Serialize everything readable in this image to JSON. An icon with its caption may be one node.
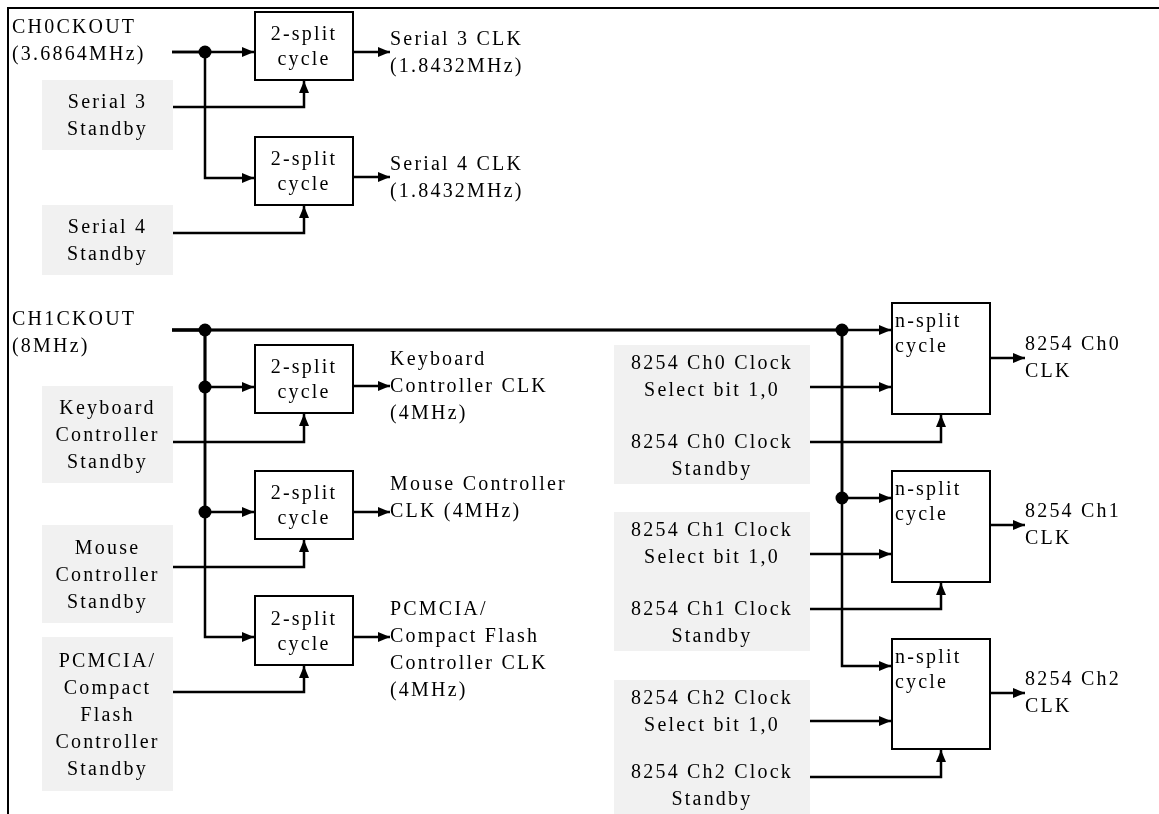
{
  "diagram": {
    "nodes": [
      {
        "text": [
          "CH0CKOUT (3.6864MHz)"
        ]
      },
      {
        "text": [
          "2-split cycle"
        ]
      },
      {
        "text": [
          "Serial 3 CLK (1.8432MHz)"
        ]
      },
      {
        "text": [
          "Serial 3 Standby"
        ]
      },
      {
        "text": [
          "2-split cycle"
        ]
      },
      {
        "text": [
          "Serial 4 CLK (1.8432MHz)"
        ]
      },
      {
        "text": [
          "Serial 4 Standby"
        ]
      },
      {
        "text": [
          "CH1CKOUT (8MHz)"
        ]
      },
      {
        "text": [
          "2-split cycle"
        ]
      },
      {
        "text": [
          "Keyboard Controller CLK (4MHz)"
        ]
      },
      {
        "text": [
          "Keyboard Controller Standby"
        ]
      },
      {
        "text": [
          "2-split cycle"
        ]
      },
      {
        "text": [
          "Mouse Controller CLK (4MHz)"
        ]
      },
      {
        "text": [
          "Mouse Controller Standby"
        ]
      },
      {
        "text": [
          "2-split cycle"
        ]
      },
      {
        "text": [
          "PCMCIA/ Compact Flash Controller CLK (4MHz)"
        ]
      },
      {
        "text": [
          "PCMCIA/ Compact Flash Controller Standby"
        ]
      },
      {
        "text": [
          "8254 Ch0 Clock Select bit 1,0",
          "8254 Ch0 Clock Standby"
        ]
      },
      {
        "text": [
          "n-split cycle"
        ]
      },
      {
        "text": [
          "8254 Ch0 CLK"
        ]
      },
      {
        "text": [
          "8254 Ch1 Clock Select bit 1,0",
          "8254 Ch1 Clock Standby"
        ]
      },
      {
        "text": [
          "n-split cycle"
        ]
      },
      {
        "text": [
          "8254 Ch1 CLK"
        ]
      },
      {
        "text": [
          "8254 Ch2 Clock Select bit 1,0",
          "8254 Ch2 Clock Standby"
        ]
      },
      {
        "text": [
          "n-split cycle"
        ]
      },
      {
        "text": [
          "8254 Ch2 CLK"
        ]
      }
    ],
    "edges": [
      {
        "from": 0,
        "to": 1,
        "arrow": "to"
      },
      {
        "from": 0,
        "to": 4,
        "arrow": "to"
      },
      {
        "from": 1,
        "to": 2,
        "arrow": "to"
      },
      {
        "from": 3,
        "to": 1,
        "arrow": "to"
      },
      {
        "from": 4,
        "to": 5,
        "arrow": "to"
      },
      {
        "from": 6,
        "to": 4,
        "arrow": "to"
      },
      {
        "from": 7,
        "to": 8,
        "arrow": "to"
      },
      {
        "from": 7,
        "to": 11,
        "arrow": "to"
      },
      {
        "from": 7,
        "to": 14,
        "arrow": "to"
      },
      {
        "from": 7,
        "to": 18,
        "arrow": "to"
      },
      {
        "from": 7,
        "to": 21,
        "arrow": "to"
      },
      {
        "from": 7,
        "to": 24,
        "arrow": "to"
      },
      {
        "from": 8,
        "to": 9,
        "arrow": "to"
      },
      {
        "from": 10,
        "to": 8,
        "arrow": "to"
      },
      {
        "from": 11,
        "to": 12,
        "arrow": "to"
      },
      {
        "from": 13,
        "to": 11,
        "arrow": "to"
      },
      {
        "from": 14,
        "to": 15,
        "arrow": "to"
      },
      {
        "from": 16,
        "to": 14,
        "arrow": "to"
      },
      {
        "from": 17,
        "to": 18,
        "arrow": "to"
      },
      {
        "from": 17,
        "to": 18,
        "arrow": "to"
      },
      {
        "from": 18,
        "to": 19,
        "arrow": "to"
      },
      {
        "from": 20,
        "to": 21,
        "arrow": "to"
      },
      {
        "from": 20,
        "to": 21,
        "arrow": "to"
      },
      {
        "from": 21,
        "to": 22,
        "arrow": "to"
      },
      {
        "from": 23,
        "to": 24,
        "arrow": "to"
      },
      {
        "from": 23,
        "to": 24,
        "arrow": "to"
      },
      {
        "from": 24,
        "to": 25,
        "arrow": "to"
      }
    ]
  }
}
